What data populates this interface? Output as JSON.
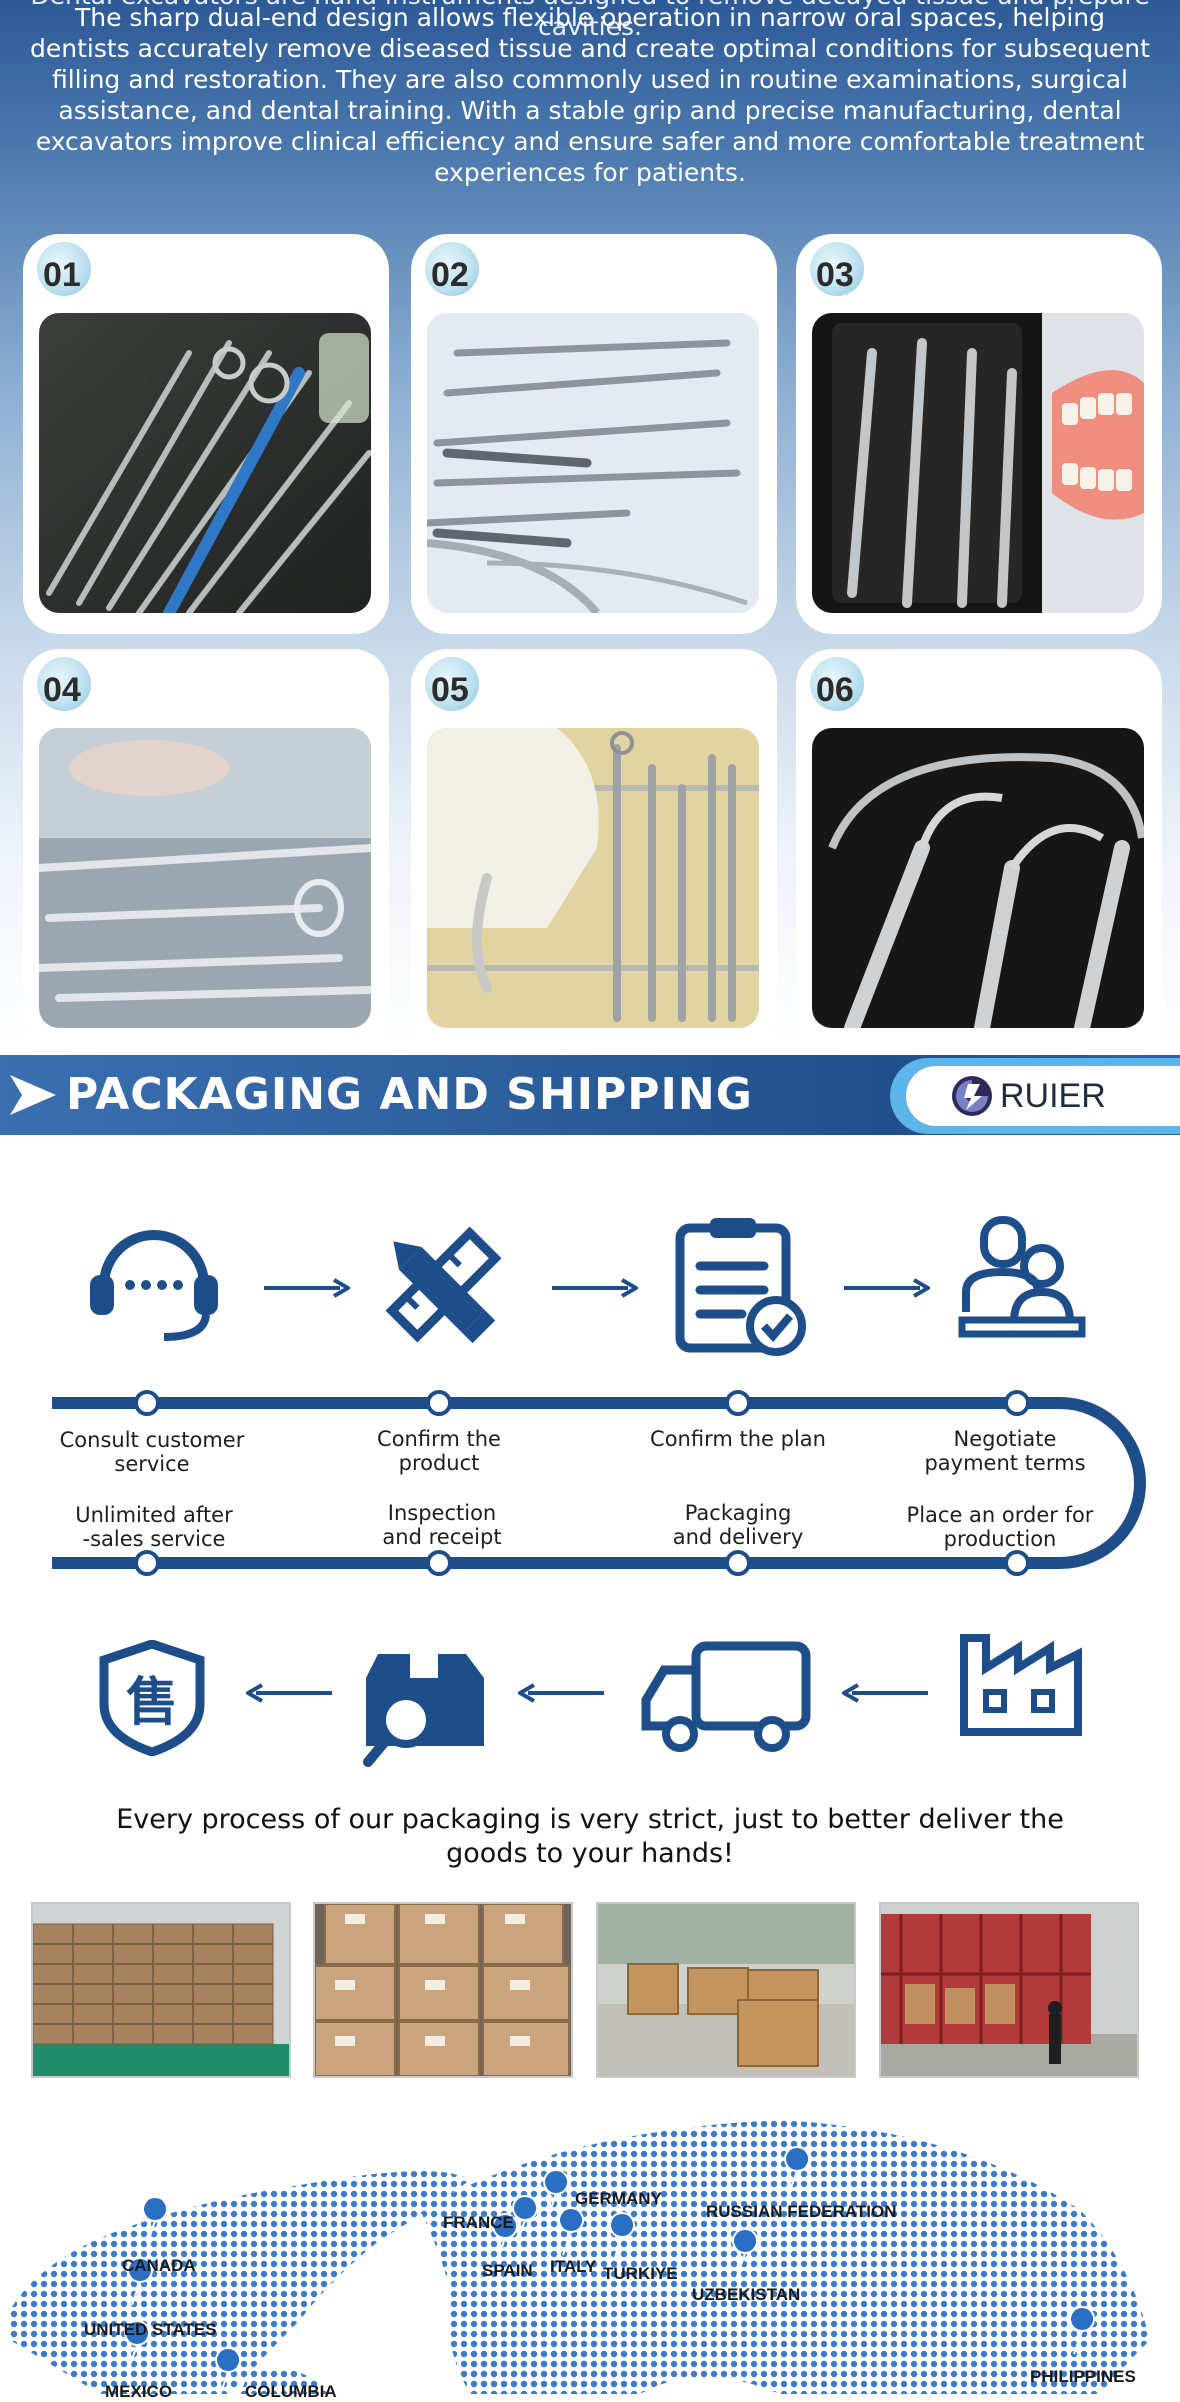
{
  "intro": {
    "cut_line": "Dental excavators are hand instruments designed to remove decayed tissue and prepare cavities.",
    "paragraph": "The sharp dual-end design allows flexible operation in narrow oral spaces, helping dentists accurately remove diseased tissue and create optimal conditions for subsequent filling and restoration. They are also commonly used in routine examinations, surgical assistance, and dental training. With a stable grip and precise manufacturing, dental excavators improve clinical efficiency and ensure safer and more comfortable treatment experiences for patients."
  },
  "gallery": {
    "items": [
      {
        "num": "01"
      },
      {
        "num": "02"
      },
      {
        "num": "03"
      },
      {
        "num": "04"
      },
      {
        "num": "05"
      },
      {
        "num": "06"
      }
    ]
  },
  "packaging": {
    "title": "PACKAGING AND SHIPPING",
    "brand": "RUIER",
    "steps_top": [
      "Consult customer\nservice",
      "Confirm the\nproduct",
      "Confirm the plan",
      "Negotiate\npayment terms"
    ],
    "steps_bottom": [
      "Unlimited after\n-sales service",
      "Inspection\nand receipt",
      "Packaging\nand delivery",
      "Place an order for\nproduction"
    ],
    "sales_char": "售",
    "statement": "Every process of our packaging is very strict, just to better deliver the goods to your hands!"
  },
  "map": {
    "countries": [
      "CANADA",
      "UNITED STATES",
      "MEXICO",
      "COLUMBIA",
      "FRANCE",
      "SPAIN",
      "GERMANY",
      "ITALY",
      "TURKIYE",
      "RUSSIAN FEDERATION",
      "UZBEKISTAN",
      "PHILIPPINES"
    ]
  },
  "colors": {
    "brand_blue": "#1f4f8c",
    "icon_blue": "#1d4e8a",
    "accent_light_blue": "#5cb4e8"
  },
  "icons": [
    "headset-icon",
    "pencil-ruler-icon",
    "clipboard-check-icon",
    "handshake-people-icon",
    "sales-shield-icon",
    "box-search-icon",
    "delivery-truck-icon",
    "factory-icon",
    "location-pin-icon"
  ]
}
